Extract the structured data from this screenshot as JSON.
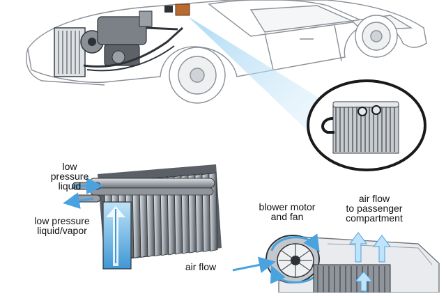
{
  "labels": {
    "low_pressure_liquid": [
      "low",
      "pressure",
      "liquid"
    ],
    "low_pressure_liquid_vapor": [
      "low pressure",
      "liquid/vapor"
    ],
    "blower_motor_and_fan": [
      "blower motor",
      "and fan"
    ],
    "air_flow_to_passenger": [
      "air flow",
      "to passenger",
      "compartment"
    ],
    "air_flow": "air flow"
  },
  "colors": {
    "car_outline": "#8a8f96",
    "engine_gray": "#6f747b",
    "flow_blue": "#4aa3df",
    "beam_blue": "#9fd3f2",
    "evaporator_copper": "#b86a2f",
    "callout_ring": "#1a1a1a",
    "fin_dark": "#3a3f45"
  },
  "icons": [
    "car-illustration",
    "engine-bay",
    "evaporator-callout",
    "evaporator-coil",
    "blower-fan",
    "airflow-arrow"
  ]
}
